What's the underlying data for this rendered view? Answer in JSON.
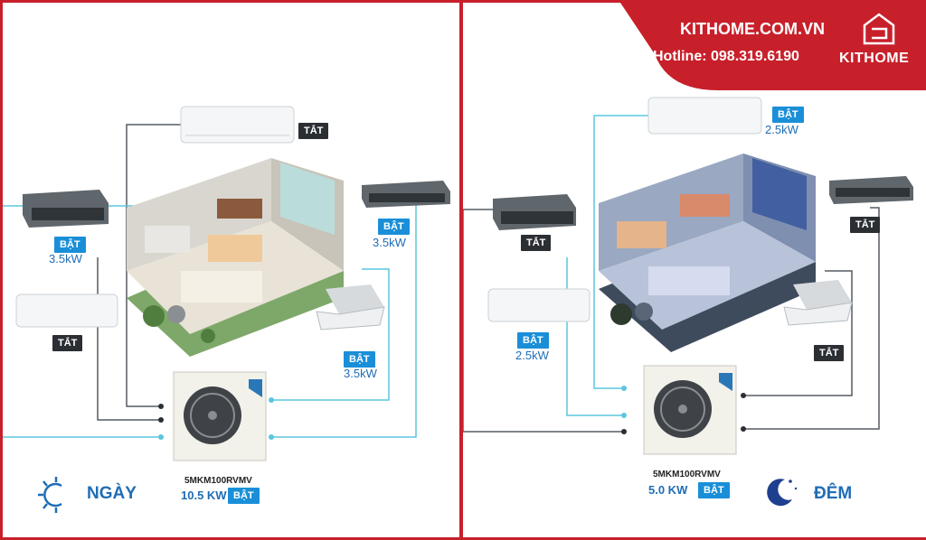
{
  "brand": {
    "site": "KITHOME.COM.VN",
    "hotline": "Hotline: 098.319.6190",
    "logo_text": "KITHOME",
    "colors": {
      "accent": "#c8202b",
      "blue": "#1f6db5",
      "tag_on": "#1a8fd8",
      "tag_off": "#2b2f33",
      "line_dark": "#555c63",
      "line_light": "#5cc6dd"
    }
  },
  "day": {
    "mode_label": "NGÀY",
    "mode_icon": "sun-icon",
    "units": {
      "wall_top": {
        "state": "TẮT",
        "kw": ""
      },
      "duct_left": {
        "state": "BẬT",
        "kw": "3.5kW"
      },
      "duct_right": {
        "state": "BẬT",
        "kw": "3.5kW"
      },
      "wall_left": {
        "state": "TẮT",
        "kw": ""
      },
      "cassette": {
        "state": "BẬT",
        "kw": "3.5kW"
      }
    },
    "outdoor": {
      "model": "5MKM100RVMV",
      "power": "10.5 KW",
      "state": "BẬT"
    }
  },
  "night": {
    "mode_label": "ĐÊM",
    "mode_icon": "moon-icon",
    "units": {
      "wall_top": {
        "state": "BẬT",
        "kw": "2.5kW"
      },
      "duct_left": {
        "state": "TẮT",
        "kw": ""
      },
      "duct_right": {
        "state": "TẮT",
        "kw": ""
      },
      "wall_left": {
        "state": "BẬT",
        "kw": "2.5kW"
      },
      "cassette": {
        "state": "TẮT",
        "kw": ""
      }
    },
    "outdoor": {
      "model": "5MKM100RVMV",
      "power": "5.0 KW",
      "state": "BẬT"
    }
  }
}
